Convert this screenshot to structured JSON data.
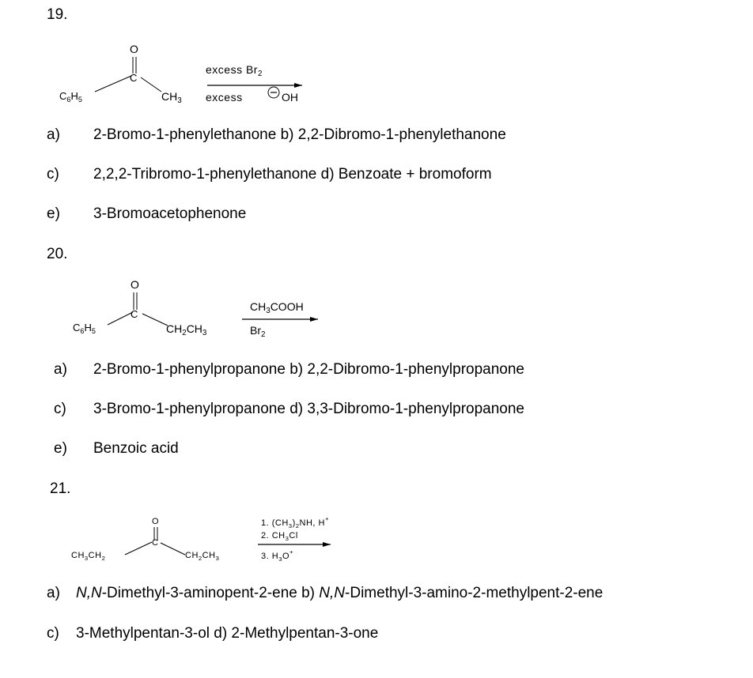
{
  "q19": {
    "number": "19.",
    "structure": {
      "left": "C6H5",
      "carbonyl_c": "C",
      "carbonyl_o": "O",
      "right": "CH3"
    },
    "reagent_top": "excess Br2",
    "reagent_bottom_prefix": "excess",
    "reagent_bottom_suffix": "OH",
    "options": [
      {
        "letter": "a)",
        "text": "2-Bromo-1-phenylethanone b) 2,2-Dibromo-1-phenylethanone"
      },
      {
        "letter": "c)",
        "text": "2,2,2-Tribromo-1-phenylethanone d)  Benzoate + bromoform"
      },
      {
        "letter": "e)",
        "text": "3-Bromoacetophenone"
      }
    ]
  },
  "q20": {
    "number": "20.",
    "structure": {
      "left": "C6H5",
      "carbonyl_c": "C",
      "carbonyl_o": "O",
      "right": "CH2CH3"
    },
    "reagent_top": "CH3COOH",
    "reagent_bottom": "Br2",
    "options": [
      {
        "letter": "a)",
        "text": "2-Bromo-1-phenylpropanone b)  2,2-Dibromo-1-phenylpropanone"
      },
      {
        "letter": "c)",
        "text": "3-Bromo-1-phenylpropanone d)  3,3-Dibromo-1-phenylpropanone"
      },
      {
        "letter": "e)",
        "text": "Benzoic acid"
      }
    ]
  },
  "q21": {
    "number": "21.",
    "structure": {
      "left": "CH3CH2",
      "carbonyl_c": "C",
      "carbonyl_o": "O",
      "right": "CH2CH3"
    },
    "reagents": [
      "1. (CH3)2NH, H+",
      "2. CH3Cl",
      "3. H3O+"
    ],
    "options": [
      {
        "letter": "a)",
        "italic_a": "N,N",
        "text_a": "-Dimethyl-3-aminopent-2-ene  b) ",
        "italic_b": "N,N",
        "text_b": "-Dimethyl-3-amino-2-methylpent-2-ene"
      },
      {
        "letter": "c)",
        "text": "3-Methylpentan-3-ol  d)  2-Methylpentan-3-one"
      }
    ]
  }
}
